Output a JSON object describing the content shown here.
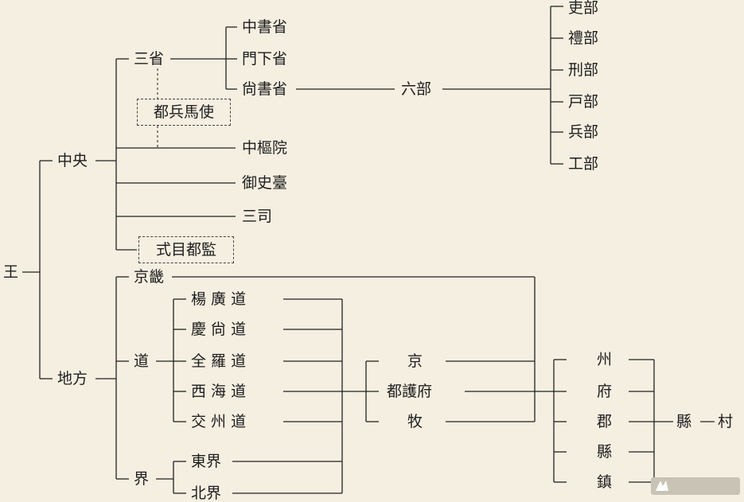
{
  "diagram": {
    "root": "王",
    "central": {
      "label": "中央",
      "three_depts": "三省",
      "secretariat": "中書省",
      "chancellery": "門下省",
      "state_affairs": "尙書省",
      "six_boards_label": "六部",
      "six_boards": [
        "吏部",
        "禮部",
        "刑部",
        "戸部",
        "兵部",
        "工部"
      ],
      "military_council": "都兵馬使",
      "privy_council": "中樞院",
      "censorate": "御史臺",
      "finance": "三司",
      "directorate": "式目都監"
    },
    "local": {
      "label": "地方",
      "capital_region": "京畿",
      "circuits_label": "道",
      "circuits": [
        "楊 廣 道",
        "慶 尙 道",
        "全 羅 道",
        "西 海 道",
        "交 州 道"
      ],
      "border_label": "界",
      "borders": [
        "東界",
        "北界"
      ],
      "mid_units": [
        "京",
        "都護府",
        "牧"
      ],
      "prefectures": [
        "州",
        "府",
        "郡",
        "縣",
        "鎮"
      ],
      "county": "縣",
      "village": "村"
    }
  }
}
